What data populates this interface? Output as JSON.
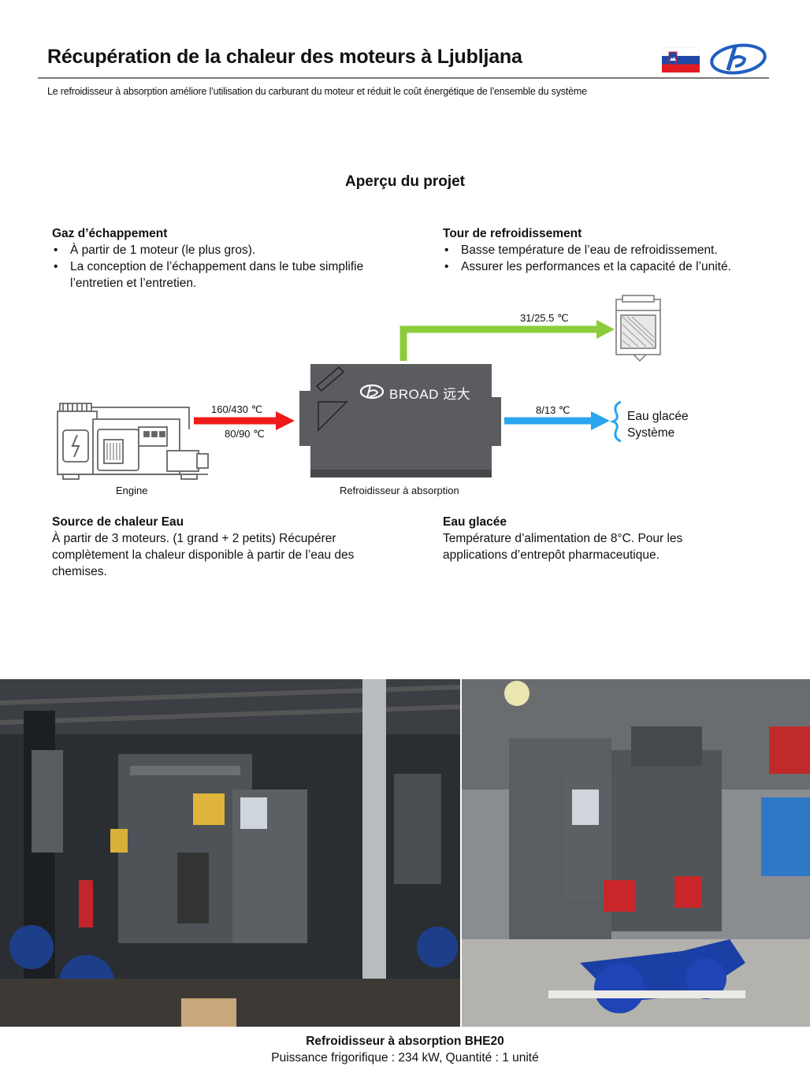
{
  "header": {
    "title": "Récupération de la chaleur des moteurs à Ljubljana",
    "subtitle": "Le refroidisseur à absorption améliore l’utilisation du carburant du moteur et réduit le coût énergétique de l’ensemble du système",
    "flag": "slovenia-flag",
    "logo": "broad-logo"
  },
  "overview_title": "Aperçu du projet",
  "exhaust": {
    "heading": "Gaz d’échappement",
    "bullets": [
      "À partir de 1 moteur (le plus gros).",
      "La conception de l’échappement dans le tube simplifie l’entretien et l’entretien."
    ]
  },
  "cooling_tower": {
    "heading": "Tour de refroidissement",
    "bullets": [
      "Basse température de l’eau de refroidissement.",
      "Assurer les performances et la capacité de l’unité."
    ]
  },
  "heat_source": {
    "heading": "Source de chaleur Eau",
    "text": "À partir de 3 moteurs. (1 grand + 2 petits) Récupérer complètement la chaleur disponible à partir de l’eau des chemises."
  },
  "chilled_water": {
    "heading": "Eau glacée",
    "text": "Température d’alimentation de 8°C. Pour les applications d’entrepôt pharmaceutique."
  },
  "diagram": {
    "cooling_temp": "31/25.5 ℃",
    "exhaust_temp": "160/430 ℃",
    "water_temp": "80/90 ℃",
    "chilled_temp": "8/13 ℃",
    "engine_label": "Engine",
    "chiller_label": "Refroidisseur à absorption",
    "chiller_brand": "BROAD",
    "chiller_brand_cn": "远大",
    "system_line1": "Eau glacée",
    "system_line2": "Système",
    "colors": {
      "exhaust": "#f01a1a",
      "cooling": "#8ccc3c",
      "chilled": "#2aa5ee",
      "chiller": "#5a5c60"
    }
  },
  "caption": {
    "title": "Refroidisseur à absorption BHE20",
    "detail": "Puissance frigorifique : 234 kW, Quantité : 1 unité"
  }
}
